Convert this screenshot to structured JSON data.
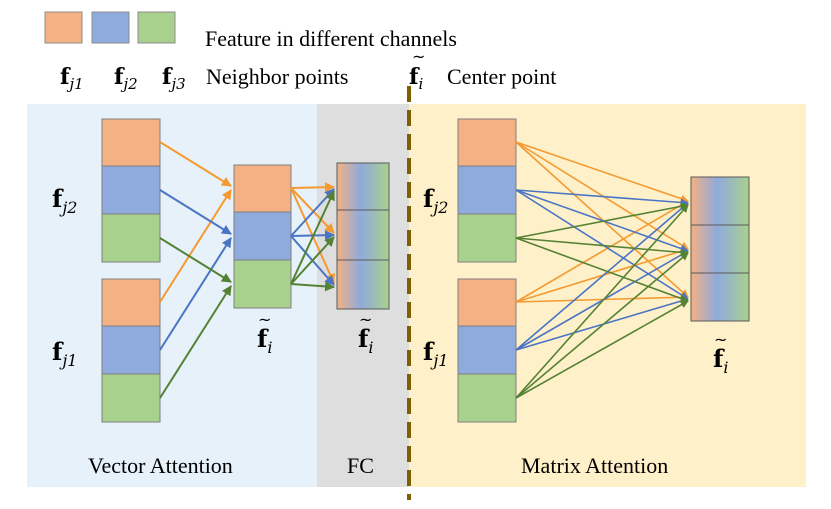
{
  "legend": {
    "channels_text": "Feature in different channels",
    "neighbor_symbols": [
      "j1",
      "j2",
      "j3"
    ],
    "neighbor_text": "Neighbor points",
    "center_text": "Center point"
  },
  "sections": {
    "vector_attention": "Vector Attention",
    "fc": "FC",
    "matrix_attention": "Matrix Attention"
  },
  "colors": {
    "orange": "#f4b183",
    "blue": "#8faadc",
    "green": "#a9d18e",
    "panel_blue": "#e7f1f9",
    "panel_gray": "#dedede",
    "panel_yellow": "#fef0c8",
    "arrow_orange": "#f49a30",
    "arrow_blue": "#4a74c4",
    "arrow_green": "#548235",
    "divider": "#7f6000"
  },
  "symbols": {
    "f_j1": "j1",
    "f_j2": "j2",
    "f_i": "i"
  }
}
